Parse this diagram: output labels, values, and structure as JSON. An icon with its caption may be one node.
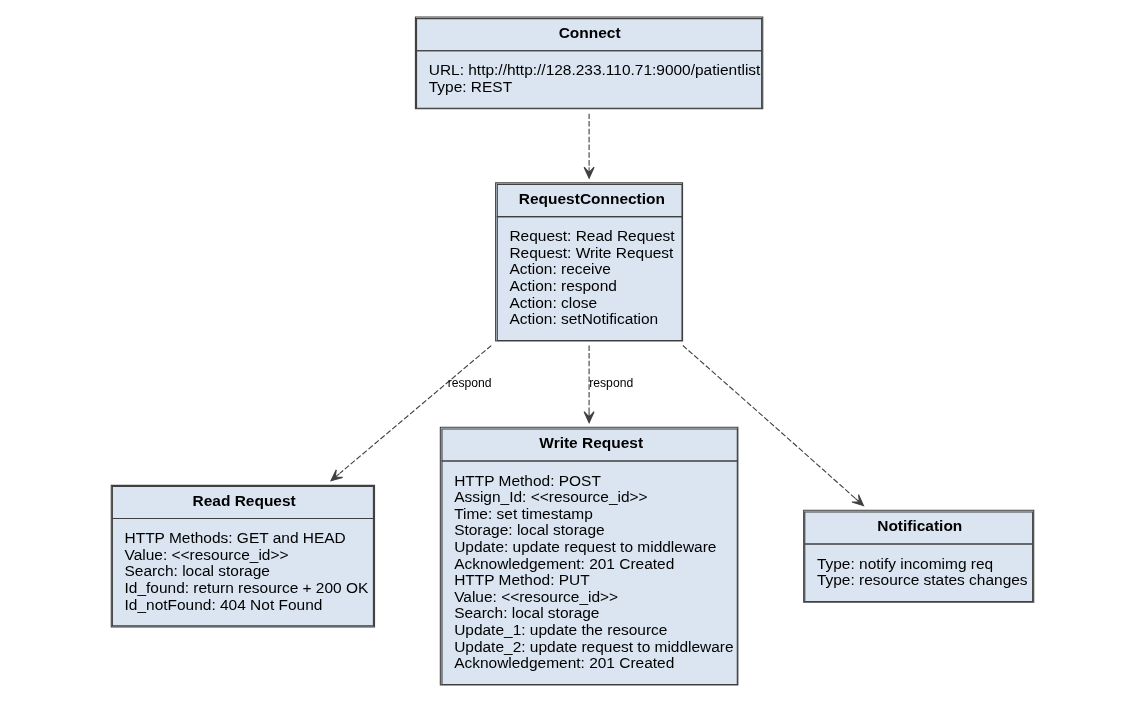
{
  "diagram": {
    "nodes": [
      {
        "text": [
          "Connect",
          "URL: http://http://128.233.110.71:9000/patientlist",
          "Type: REST"
        ]
      },
      {
        "text": [
          "RequestConnection",
          "Request: Read Request",
          "Request: Write Request",
          "Action: receive",
          "Action: respond",
          "Action: close",
          "Action: setNotification"
        ]
      },
      {
        "text": [
          "Read Request",
          "HTTP Methods: GET and HEAD",
          "Value: <<resource_id>>",
          "Search: local storage",
          "Id_found: return resource + 200 OK",
          "Id_notFound: 404 Not Found"
        ]
      },
      {
        "text": [
          "Write Request",
          "HTTP Method: POST",
          "Assign_Id: <<resource_id>>",
          "Time: set timestamp",
          "Storage: local storage",
          "Update: update request to middleware",
          "Acknowledgement: 201 Created",
          "HTTP Method: PUT",
          "Value: <<resource_id>>",
          "Search: local storage",
          "Update_1: update the resource",
          "Update_2: update request to middleware",
          "Acknowledgement: 201 Created"
        ]
      },
      {
        "text": [
          "Notification",
          "Type: notify incomimg req",
          "Type: resource states changes"
        ]
      }
    ],
    "edges": [
      {
        "from": 0,
        "to": 1,
        "arrow": "to",
        "style": "dashed"
      },
      {
        "from": 1,
        "to": 2,
        "arrow": "to",
        "style": "dashed",
        "label": "respond"
      },
      {
        "from": 1,
        "to": 3,
        "arrow": "to",
        "style": "dashed",
        "label": "respond"
      },
      {
        "from": 1,
        "to": 4,
        "arrow": "to",
        "style": "dashed"
      }
    ]
  }
}
